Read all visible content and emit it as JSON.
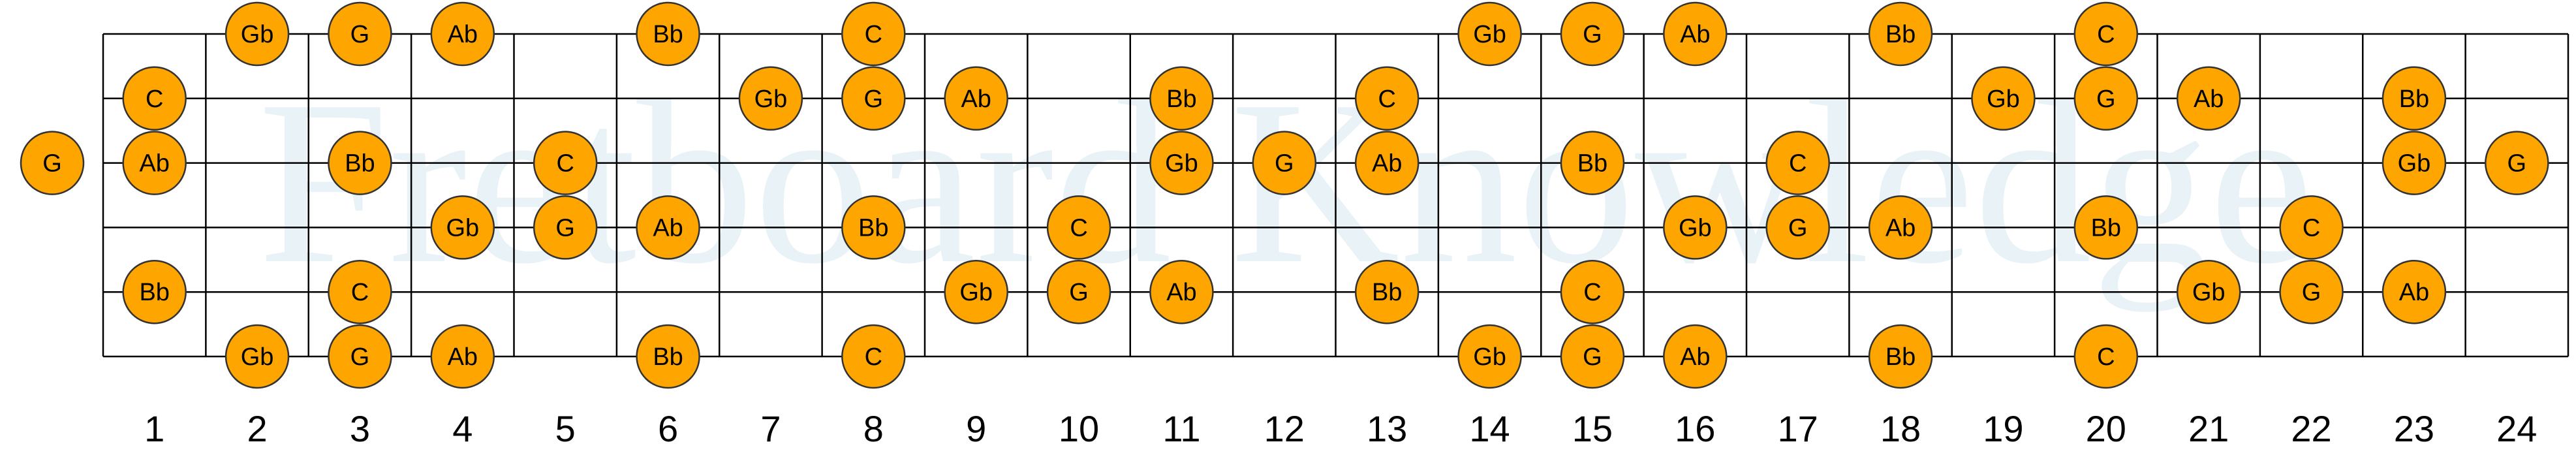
{
  "watermark": "Fretboard Knowledge",
  "colors": {
    "marker_fill": "#ffa500",
    "marker_stroke": "#333333",
    "line": "#000000",
    "watermark": "#e8f2f7"
  },
  "fret_numbers": [
    "1",
    "2",
    "3",
    "4",
    "5",
    "6",
    "7",
    "8",
    "9",
    "10",
    "11",
    "12",
    "13",
    "14",
    "15",
    "16",
    "17",
    "18",
    "19",
    "20",
    "21",
    "22",
    "23",
    "24"
  ],
  "open_notes": [
    {
      "string": 3,
      "note": "G"
    }
  ],
  "notes": [
    {
      "string": 1,
      "fret": 2,
      "note": "Gb"
    },
    {
      "string": 1,
      "fret": 3,
      "note": "G"
    },
    {
      "string": 1,
      "fret": 4,
      "note": "Ab"
    },
    {
      "string": 1,
      "fret": 6,
      "note": "Bb"
    },
    {
      "string": 1,
      "fret": 8,
      "note": "C"
    },
    {
      "string": 1,
      "fret": 14,
      "note": "Gb"
    },
    {
      "string": 1,
      "fret": 15,
      "note": "G"
    },
    {
      "string": 1,
      "fret": 16,
      "note": "Ab"
    },
    {
      "string": 1,
      "fret": 18,
      "note": "Bb"
    },
    {
      "string": 1,
      "fret": 20,
      "note": "C"
    },
    {
      "string": 2,
      "fret": 1,
      "note": "C"
    },
    {
      "string": 2,
      "fret": 7,
      "note": "Gb"
    },
    {
      "string": 2,
      "fret": 8,
      "note": "G"
    },
    {
      "string": 2,
      "fret": 9,
      "note": "Ab"
    },
    {
      "string": 2,
      "fret": 11,
      "note": "Bb"
    },
    {
      "string": 2,
      "fret": 13,
      "note": "C"
    },
    {
      "string": 2,
      "fret": 19,
      "note": "Gb"
    },
    {
      "string": 2,
      "fret": 20,
      "note": "G"
    },
    {
      "string": 2,
      "fret": 21,
      "note": "Ab"
    },
    {
      "string": 2,
      "fret": 23,
      "note": "Bb"
    },
    {
      "string": 3,
      "fret": 1,
      "note": "Ab"
    },
    {
      "string": 3,
      "fret": 3,
      "note": "Bb"
    },
    {
      "string": 3,
      "fret": 5,
      "note": "C"
    },
    {
      "string": 3,
      "fret": 11,
      "note": "Gb"
    },
    {
      "string": 3,
      "fret": 12,
      "note": "G"
    },
    {
      "string": 3,
      "fret": 13,
      "note": "Ab"
    },
    {
      "string": 3,
      "fret": 15,
      "note": "Bb"
    },
    {
      "string": 3,
      "fret": 17,
      "note": "C"
    },
    {
      "string": 3,
      "fret": 23,
      "note": "Gb"
    },
    {
      "string": 3,
      "fret": 24,
      "note": "G"
    },
    {
      "string": 4,
      "fret": 4,
      "note": "Gb"
    },
    {
      "string": 4,
      "fret": 5,
      "note": "G"
    },
    {
      "string": 4,
      "fret": 6,
      "note": "Ab"
    },
    {
      "string": 4,
      "fret": 8,
      "note": "Bb"
    },
    {
      "string": 4,
      "fret": 10,
      "note": "C"
    },
    {
      "string": 4,
      "fret": 16,
      "note": "Gb"
    },
    {
      "string": 4,
      "fret": 17,
      "note": "G"
    },
    {
      "string": 4,
      "fret": 18,
      "note": "Ab"
    },
    {
      "string": 4,
      "fret": 20,
      "note": "Bb"
    },
    {
      "string": 4,
      "fret": 22,
      "note": "C"
    },
    {
      "string": 5,
      "fret": 1,
      "note": "Bb"
    },
    {
      "string": 5,
      "fret": 3,
      "note": "C"
    },
    {
      "string": 5,
      "fret": 9,
      "note": "Gb"
    },
    {
      "string": 5,
      "fret": 10,
      "note": "G"
    },
    {
      "string": 5,
      "fret": 11,
      "note": "Ab"
    },
    {
      "string": 5,
      "fret": 13,
      "note": "Bb"
    },
    {
      "string": 5,
      "fret": 15,
      "note": "C"
    },
    {
      "string": 5,
      "fret": 21,
      "note": "Gb"
    },
    {
      "string": 5,
      "fret": 22,
      "note": "G"
    },
    {
      "string": 5,
      "fret": 23,
      "note": "Ab"
    },
    {
      "string": 6,
      "fret": 2,
      "note": "Gb"
    },
    {
      "string": 6,
      "fret": 3,
      "note": "G"
    },
    {
      "string": 6,
      "fret": 4,
      "note": "Ab"
    },
    {
      "string": 6,
      "fret": 6,
      "note": "Bb"
    },
    {
      "string": 6,
      "fret": 8,
      "note": "C"
    },
    {
      "string": 6,
      "fret": 14,
      "note": "Gb"
    },
    {
      "string": 6,
      "fret": 15,
      "note": "G"
    },
    {
      "string": 6,
      "fret": 16,
      "note": "Ab"
    },
    {
      "string": 6,
      "fret": 18,
      "note": "Bb"
    },
    {
      "string": 6,
      "fret": 20,
      "note": "C"
    }
  ]
}
